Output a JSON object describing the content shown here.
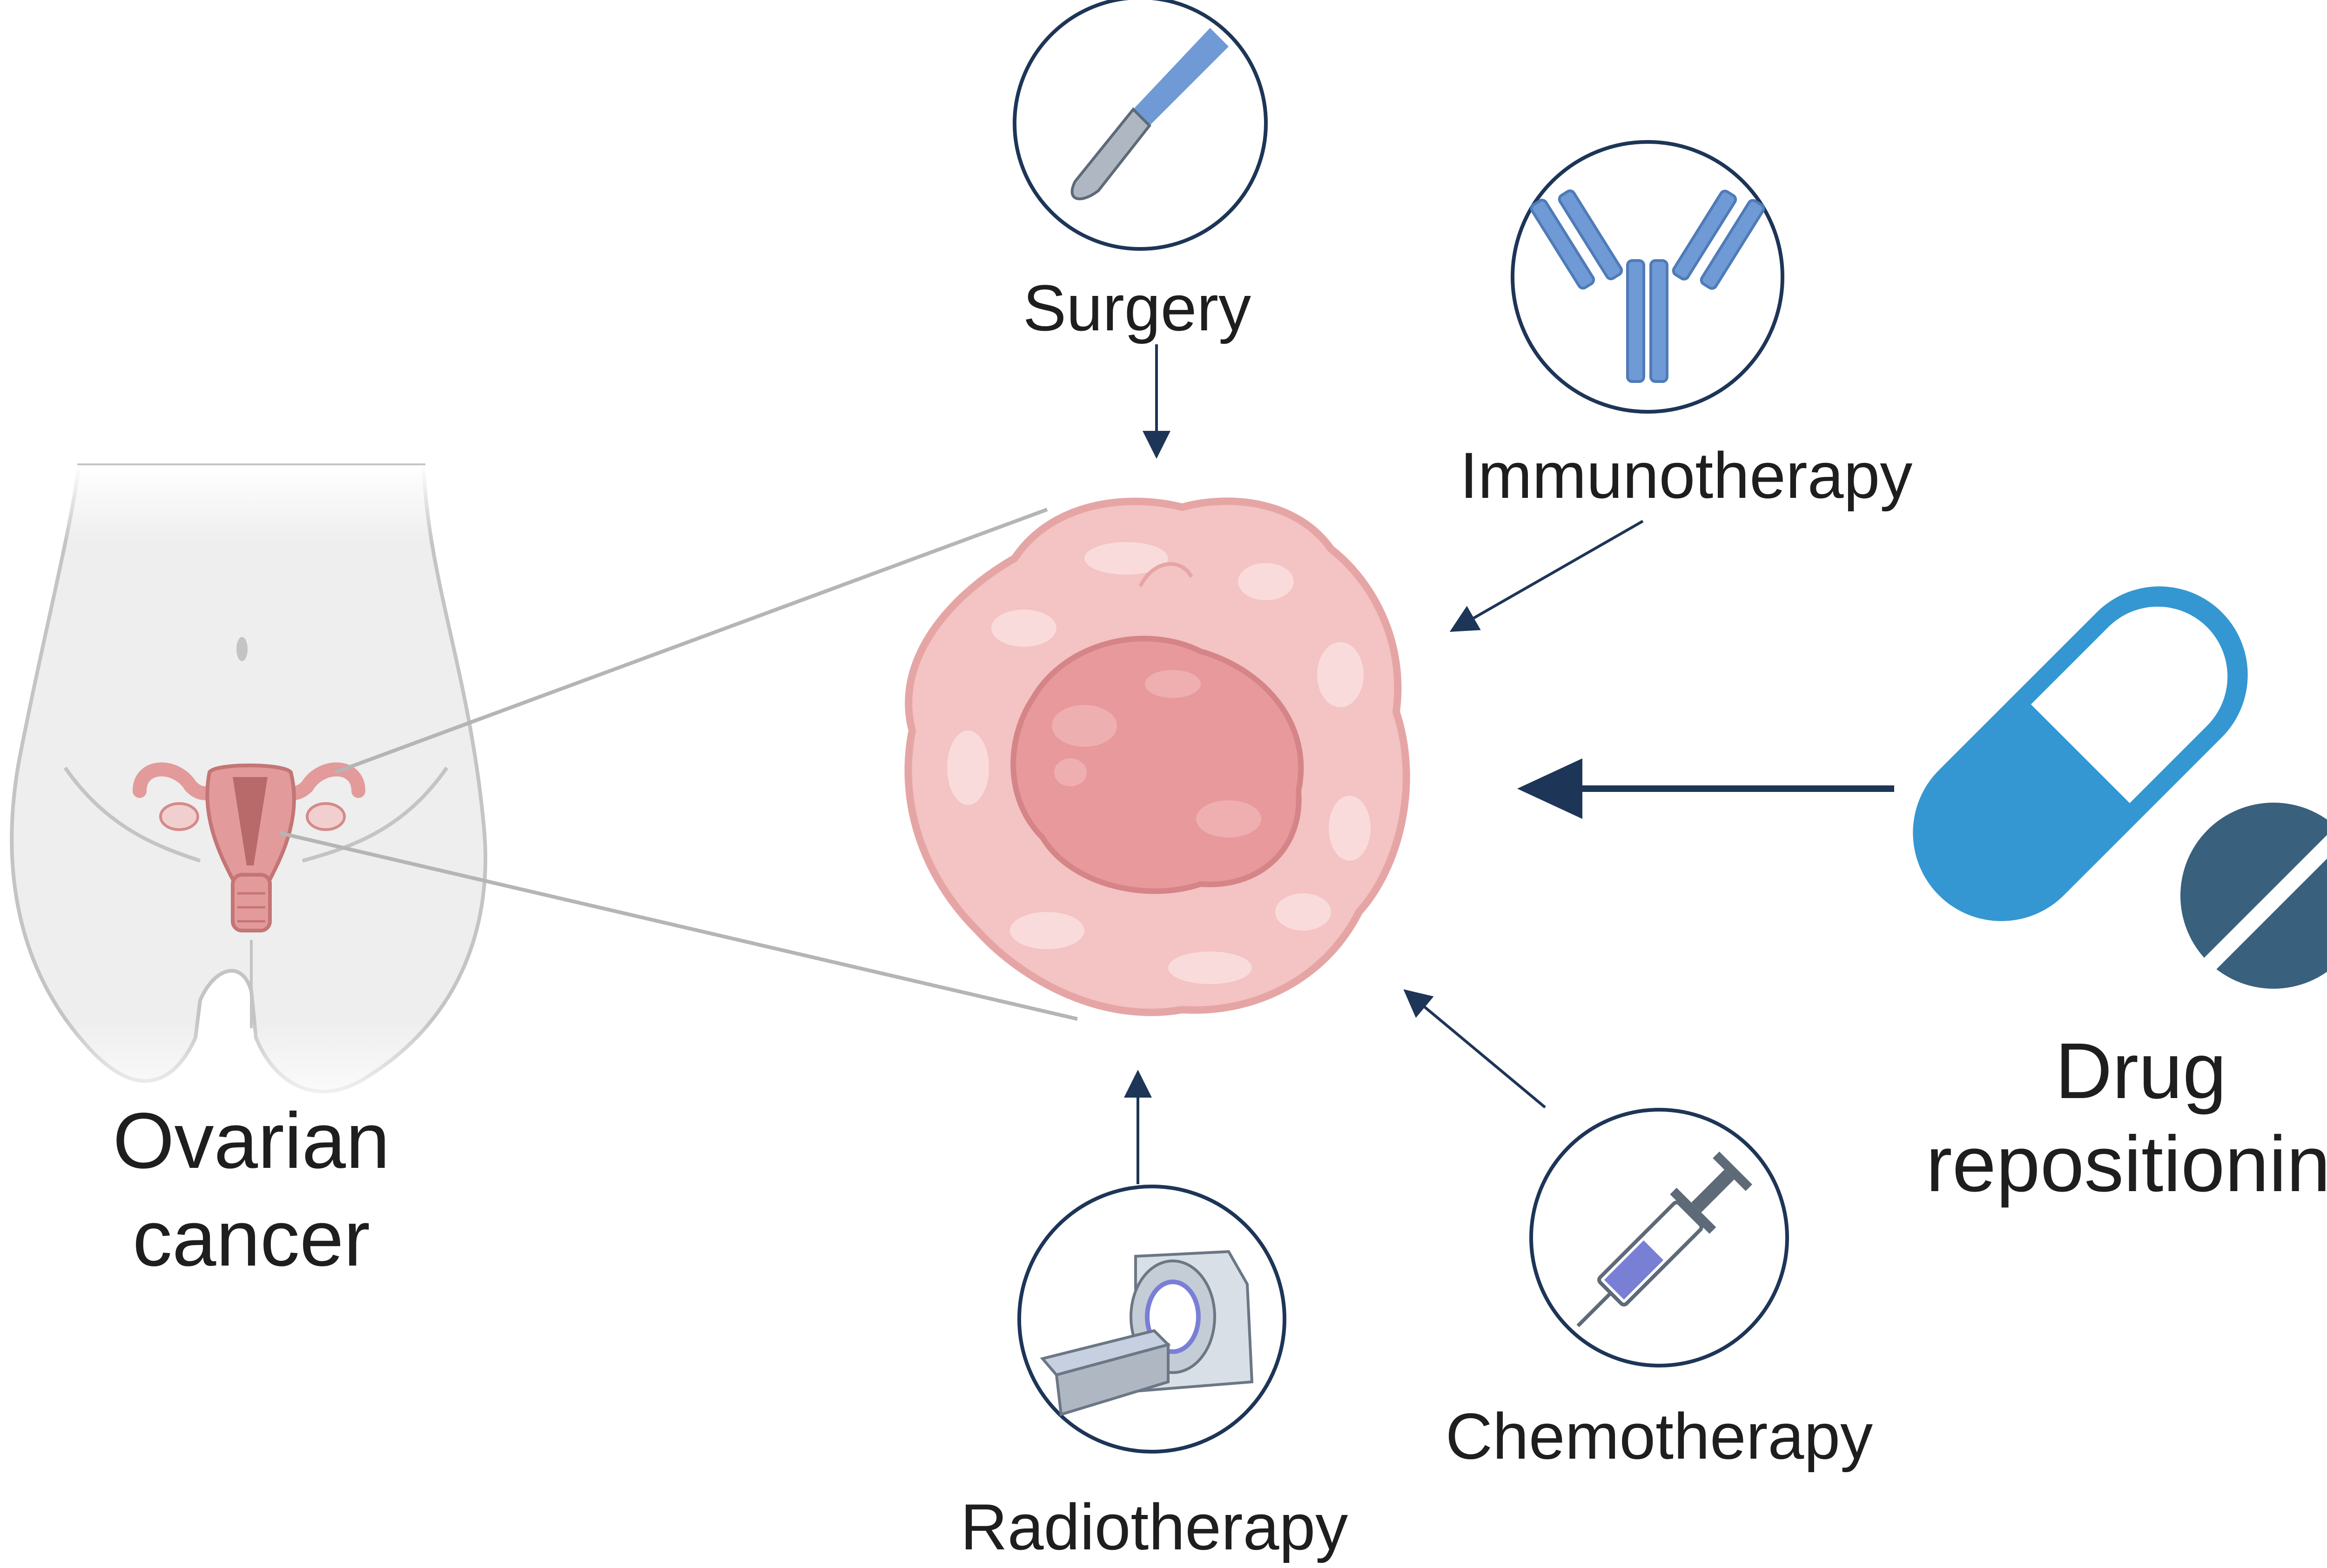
{
  "labels": {
    "ovarian": [
      "Ovarian",
      "cancer"
    ],
    "surgery": "Surgery",
    "immunotherapy": "Immunotherapy",
    "drug": [
      "Drug",
      "repositioning"
    ],
    "chemotherapy": "Chemotherapy",
    "radiotherapy": "Radiotherapy"
  },
  "colors": {
    "navy": "#1d3557",
    "pill_blue": "#3497d2",
    "tablet": "#39607c",
    "cell": "#f4c3c3",
    "nucleus": "#e8999b",
    "uterus": "#e39a9a",
    "antibody": "#6f9ad5",
    "body_fill": "#eeeeee",
    "body_line": "#c4c4c4"
  },
  "icons": {
    "surgery": "scalpel-icon",
    "immunotherapy": "antibody-icon",
    "chemotherapy": "syringe-icon",
    "radiotherapy": "mri-scanner-icon",
    "drug": "capsule-tablet-icon"
  }
}
